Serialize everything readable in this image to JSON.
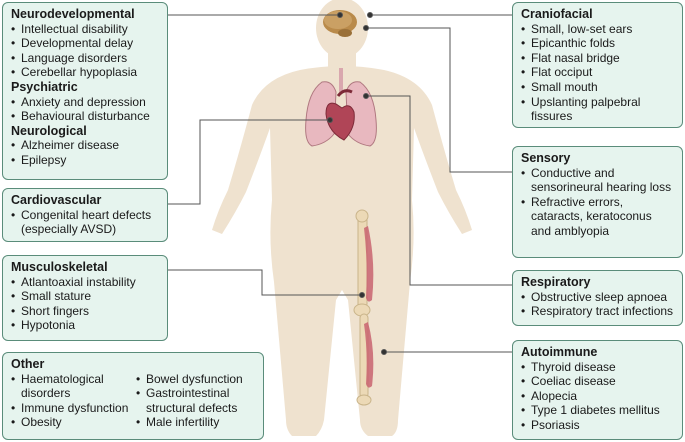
{
  "boxes": {
    "neuro": {
      "sections": [
        {
          "title": "Neurodevelopmental",
          "items": [
            "Intellectual disability",
            "Developmental delay",
            "Language disorders",
            "Cerebellar hypoplasia"
          ]
        },
        {
          "title": "Psychiatric",
          "items": [
            "Anxiety and depression",
            "Behavioural disturbance"
          ]
        },
        {
          "title": "Neurological",
          "items": [
            "Alzheimer disease",
            "Epilepsy"
          ]
        }
      ]
    },
    "cardio": {
      "title": "Cardiovascular",
      "items": [
        "Congenital heart defects (especially AVSD)"
      ]
    },
    "musculo": {
      "title": "Musculoskeletal",
      "items": [
        "Atlantoaxial instability",
        "Small stature",
        "Short fingers",
        "Hypotonia"
      ]
    },
    "other": {
      "title": "Other",
      "col1": [
        "Haematological disorders",
        "Immune dysfunction",
        "Obesity"
      ],
      "col2": [
        "Bowel dysfunction",
        "Gastrointestinal structural defects",
        "Male infertility"
      ]
    },
    "cranio": {
      "title": "Craniofacial",
      "items": [
        "Small, low-set ears",
        "Epicanthic folds",
        "Flat nasal bridge",
        "Flat occiput",
        "Small mouth",
        "Upslanting palpebral fissures"
      ]
    },
    "sensory": {
      "title": "Sensory",
      "items": [
        "Conductive and sensorineural hearing loss",
        "Refractive errors, cataracts, keratoconus and amblyopia"
      ]
    },
    "resp": {
      "title": "Respiratory",
      "items": [
        "Obstructive sleep apnoea",
        "Respiratory tract infections"
      ]
    },
    "auto": {
      "title": "Autoimmune",
      "items": [
        "Thyroid disease",
        "Coeliac disease",
        "Alopecia",
        "Type 1 diabetes mellitus",
        "Psoriasis"
      ]
    }
  },
  "colors": {
    "box_fill": "#e6f4ee",
    "box_border": "#5a8c7a",
    "body": "#efe2cf",
    "organ": "#c96470",
    "lung": "#e8b8bf",
    "bone": "#ecd9b6"
  }
}
